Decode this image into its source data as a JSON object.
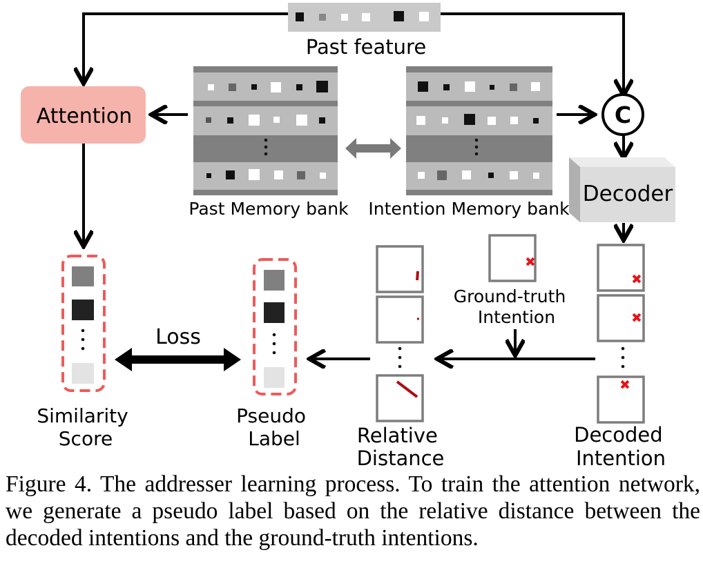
{
  "diagram": {
    "past_feature": "Past feature",
    "attention": "Attention",
    "past_memory_bank": "Past Memory bank",
    "intention_memory_bank": "Intention Memory bank",
    "concat_symbol": "C",
    "decoder": "Decoder",
    "similarity_score": [
      "Similarity",
      "Score"
    ],
    "loss": "Loss",
    "pseudo_label": [
      "Pseudo",
      "Label"
    ],
    "relative_distance": [
      "Relative",
      "Distance"
    ],
    "ground_truth_intention": [
      "Ground-truth",
      "Intention"
    ],
    "decoded_intention": [
      "Decoded",
      "Intention"
    ],
    "ellipsis": "⋮",
    "x_marker": "✖"
  },
  "colors": {
    "attention_fill": "#f6b3ab",
    "dashed_outline": "#ee5a58",
    "x_marker": "#e8141b",
    "distance_line": "#b00d14",
    "bank_light": "#bbbbbb",
    "bank_dark": "#808080",
    "decoder_fill": "#dcdcdc"
  },
  "caption": "Figure 4.  The addresser learning process.  To train the attention network, we generate a pseudo label based on the relative distance between the decoded intentions and the ground-truth intentions."
}
